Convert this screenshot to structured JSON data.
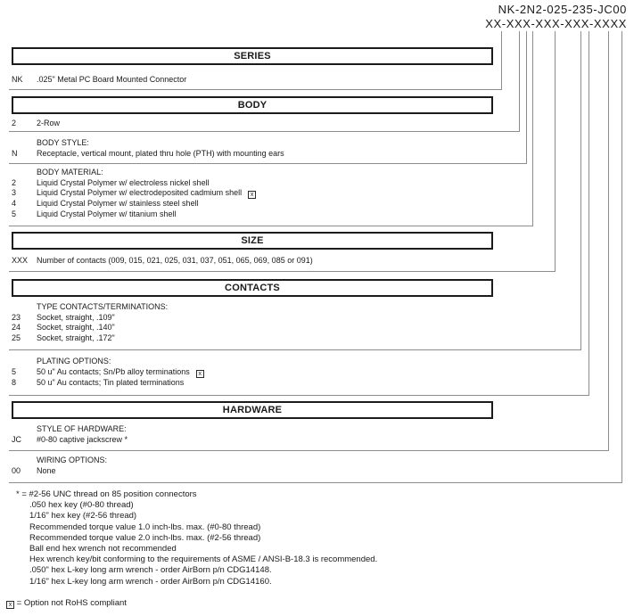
{
  "part_number": {
    "code": "NK-2N2-025-235-JC00",
    "mask": "XX-XXX-XXX-XXX-XXXX"
  },
  "series": {
    "title": "SERIES",
    "row": {
      "code": "NK",
      "desc": ".025\" Metal PC Board Mounted Connector"
    }
  },
  "body": {
    "title": "BODY",
    "row": {
      "code": "2",
      "desc": "2-Row"
    },
    "style": {
      "label": "BODY STYLE:",
      "row": {
        "code": "N",
        "desc": "Receptacle, vertical mount, plated thru hole (PTH) with mounting ears"
      }
    },
    "material": {
      "label": "BODY MATERIAL:",
      "rows": [
        {
          "code": "2",
          "desc": "Liquid Crystal Polymer w/ electroless nickel shell"
        },
        {
          "code": "3",
          "desc": "Liquid Crystal Polymer w/ electrodeposited cadmium shell",
          "flag": "x"
        },
        {
          "code": "4",
          "desc": "Liquid Crystal Polymer w/ stainless steel shell"
        },
        {
          "code": "5",
          "desc": "Liquid Crystal Polymer w/ titanium shell"
        }
      ]
    }
  },
  "size": {
    "title": "SIZE",
    "row": {
      "code": "XXX",
      "desc": "Number of contacts (009, 015, 021, 025, 031, 037, 051, 065, 069, 085 or 091)"
    }
  },
  "contacts": {
    "title": "CONTACTS",
    "type": {
      "label": "TYPE CONTACTS/TERMINATIONS:",
      "rows": [
        {
          "code": "23",
          "desc": "Socket, straight, .109\""
        },
        {
          "code": "24",
          "desc": "Socket, straight, .140\""
        },
        {
          "code": "25",
          "desc": "Socket, straight, .172\""
        }
      ]
    },
    "plating": {
      "label": "PLATING OPTIONS:",
      "rows": [
        {
          "code": "5",
          "desc": "50 u\" Au contacts; Sn/Pb alloy terminations",
          "flag": "x"
        },
        {
          "code": "8",
          "desc": "50 u\" Au contacts; Tin plated terminations"
        }
      ]
    }
  },
  "hardware": {
    "title": "HARDWARE",
    "style": {
      "label": "STYLE OF HARDWARE:",
      "row": {
        "code": "JC",
        "desc": "#0-80 captive jackscrew *"
      }
    },
    "wiring": {
      "label": "WIRING OPTIONS:",
      "row": {
        "code": "00",
        "desc": "None"
      }
    }
  },
  "footnotes": {
    "intro": "* = #2-56 UNC thread on 85 position connectors",
    "lines": [
      ".050 hex key (#0-80 thread)",
      "1/16\" hex key (#2-56 thread)",
      "Recommended torque value 1.0 inch-lbs. max. (#0-80 thread)",
      "Recommended torque value 2.0 inch-lbs. max. (#2-56 thread)",
      "Ball end hex wrench not recommended",
      "Hex wrench key/bit conforming to the requirements of ASME / ANSI-B-18.3 is recommended.",
      ".050\" hex L-key long arm wrench - order AirBorn p/n CDG14148.",
      "1/16\" hex L-key long arm wrench - order AirBorn p/n CDG14160."
    ]
  },
  "rohs": {
    "symbol": "x",
    "text": "= Option not RoHS compliant"
  }
}
